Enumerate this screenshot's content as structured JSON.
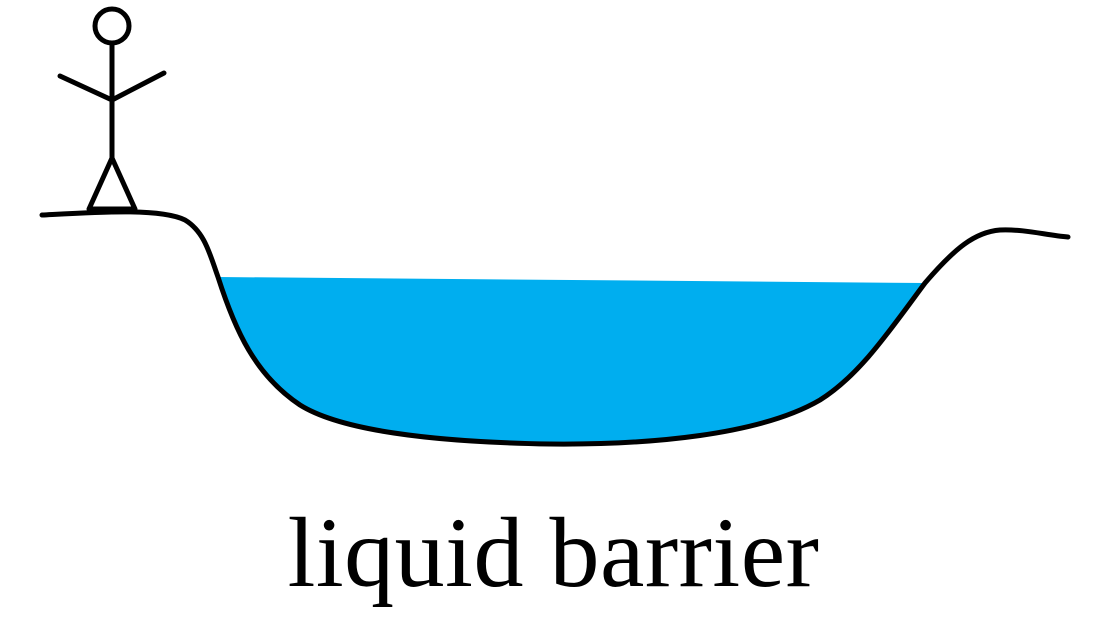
{
  "caption": "liquid barrier",
  "colors": {
    "liquid": "#00aeef",
    "outline": "#000000",
    "background": "#ffffff"
  },
  "figures": {
    "person": "stick-figure",
    "pit": "liquid-filled-ditch"
  }
}
